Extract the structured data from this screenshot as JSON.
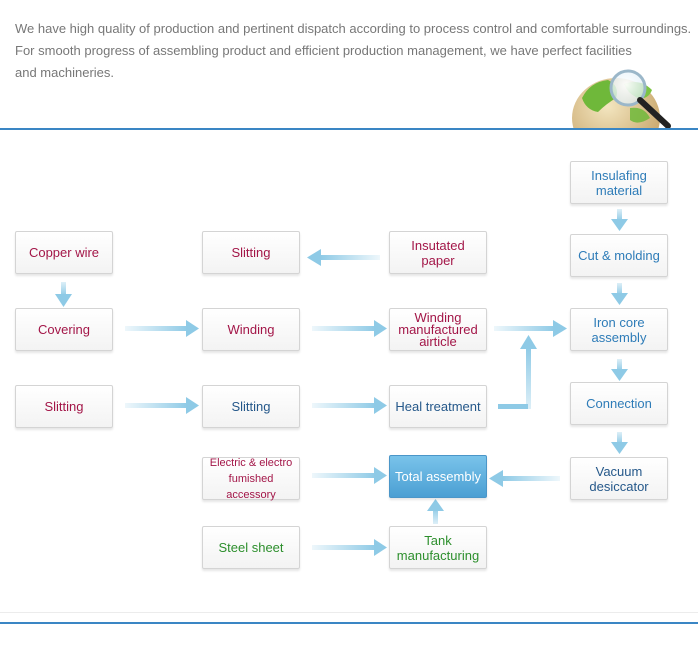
{
  "intro": {
    "lines": [
      "We have high quality of production and pertinent dispatch according to process control and comfortable surroundings.",
      "For smooth progress of assembling product and efficient production management, we have perfect facilities",
      "and machineries."
    ]
  },
  "flowchart": {
    "nodes": {
      "copper_wire": "Copper wire",
      "covering": "Covering",
      "slitting_left": "Slitting",
      "slitting_top": "Slitting",
      "winding": "Winding",
      "slitting_middle": "Slitting",
      "electric_accessory": "Electric & electro fumished accessory",
      "steel_sheet": "Steel sheet",
      "insulated_paper": "Insutated paper",
      "winding_article": "Winding manufactured airticle",
      "heal_treatment": "Heal treatment",
      "total_assembly": "Total assembly",
      "tank_manufacturing": "Tank manufacturing",
      "insulating_material": "Insulafing material",
      "cut_molding": "Cut & molding",
      "iron_core": "Iron core assembly",
      "connection": "Connection",
      "vacuum_desiccator": "Vacuum desiccator"
    },
    "colors": {
      "red_text": "#a31648",
      "blue_text": "#2e7cb8",
      "navy_text": "#25588a",
      "green_text": "#2d8f2d",
      "arrow": "#8ecae6",
      "rule": "#3a86c4"
    }
  }
}
